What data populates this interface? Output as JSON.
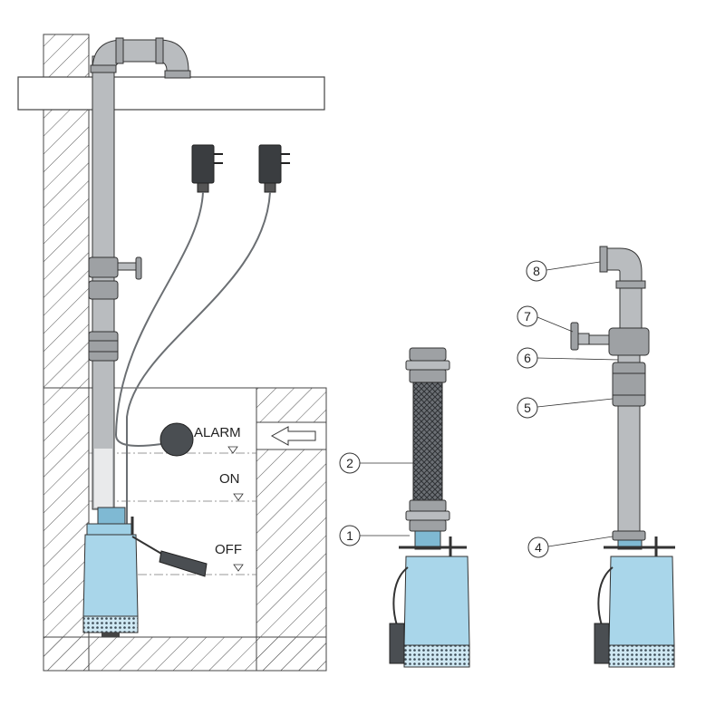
{
  "levels": {
    "alarm": "ALARM",
    "on": "ON",
    "off": "OFF"
  },
  "callouts": [
    "1",
    "2",
    "4",
    "5",
    "6",
    "7",
    "8"
  ],
  "colors": {
    "pump_blue": "#a9d6ea",
    "pipe_grey": "#b9bcbf",
    "outline": "#333333",
    "hatch": "#555555"
  }
}
